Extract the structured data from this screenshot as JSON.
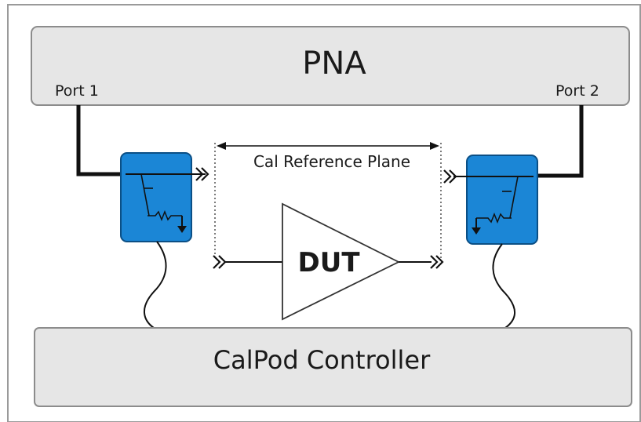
{
  "diagram": {
    "pna_label": "PNA",
    "port1_label": "Port 1",
    "port2_label": "Port 2",
    "reference_plane_label": "Cal Reference Plane",
    "dut_label": "DUT",
    "controller_label": "CalPod Controller"
  },
  "colors": {
    "box_fill": "#e6e6e6",
    "box_stroke": "#8c8c8c",
    "calpod_fill": "#1b86d6",
    "calpod_stroke": "#0b4f85",
    "cable": "#111111"
  }
}
